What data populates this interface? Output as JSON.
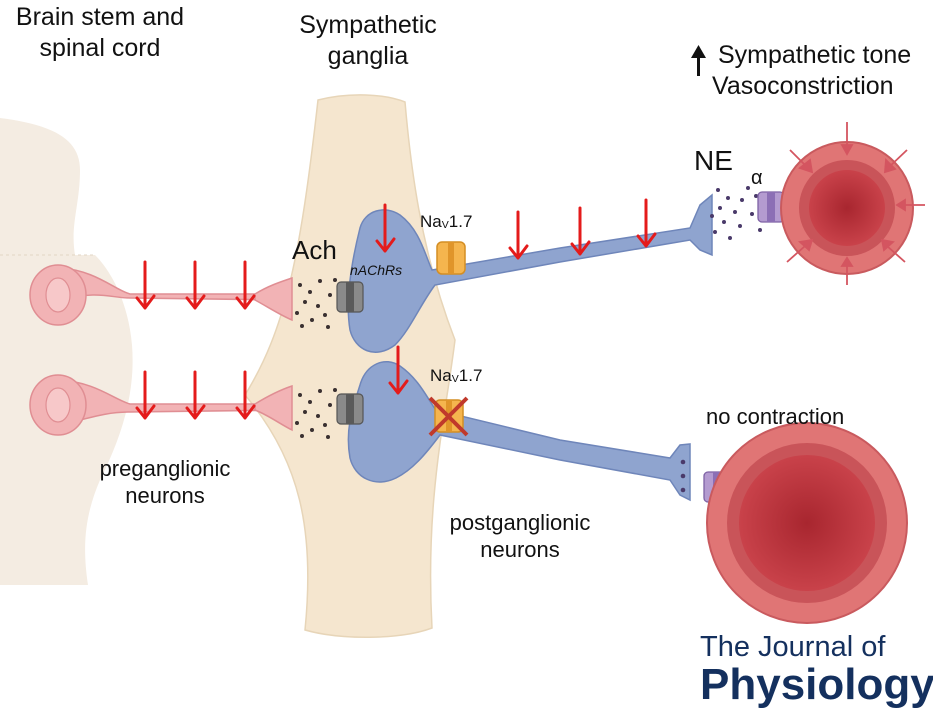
{
  "labels": {
    "brain_stem_line1": "Brain stem and",
    "brain_stem_line2": "spinal cord",
    "ganglia_line1": "Sympathetic",
    "ganglia_line2": "ganglia",
    "tone_line1": "Sympathetic tone",
    "tone_line2": "Vasoconstriction",
    "ne": "NE",
    "alpha": "α",
    "ach": "Ach",
    "nachrs": "nAChRs",
    "nav_top_main": "Na",
    "nav_top_sub": "V",
    "nav_top_suffix": "1.7",
    "nav_bottom_main": "Na",
    "nav_bottom_sub": "V",
    "nav_bottom_suffix": "1.7",
    "no_contraction": "no contraction",
    "preganglionic_line1": "preganglionic",
    "preganglionic_line2": "neurons",
    "postganglionic_line1": "postganglionic",
    "postganglionic_line2": "neurons"
  },
  "logo": {
    "line1": "The Journal of",
    "line2": "Physiology"
  },
  "colors": {
    "action_potential": "#e41b1b",
    "preganglionic_neuron": "#f2b3b5",
    "postganglionic_neuron": "#8fa4cf",
    "ganglion": "#f5e6cf",
    "spinal_cord": "#f4ece2",
    "vessel_wall": "#e07575",
    "vessel_lumen": "#b8303a",
    "journal_text": "#14305e"
  },
  "icons": [
    "up-arrow-icon",
    "nav17-channel-icon",
    "blocked-channel-icon",
    "alpha-receptor-icon",
    "nachr-receptor-icon",
    "action-potential-icon"
  ]
}
